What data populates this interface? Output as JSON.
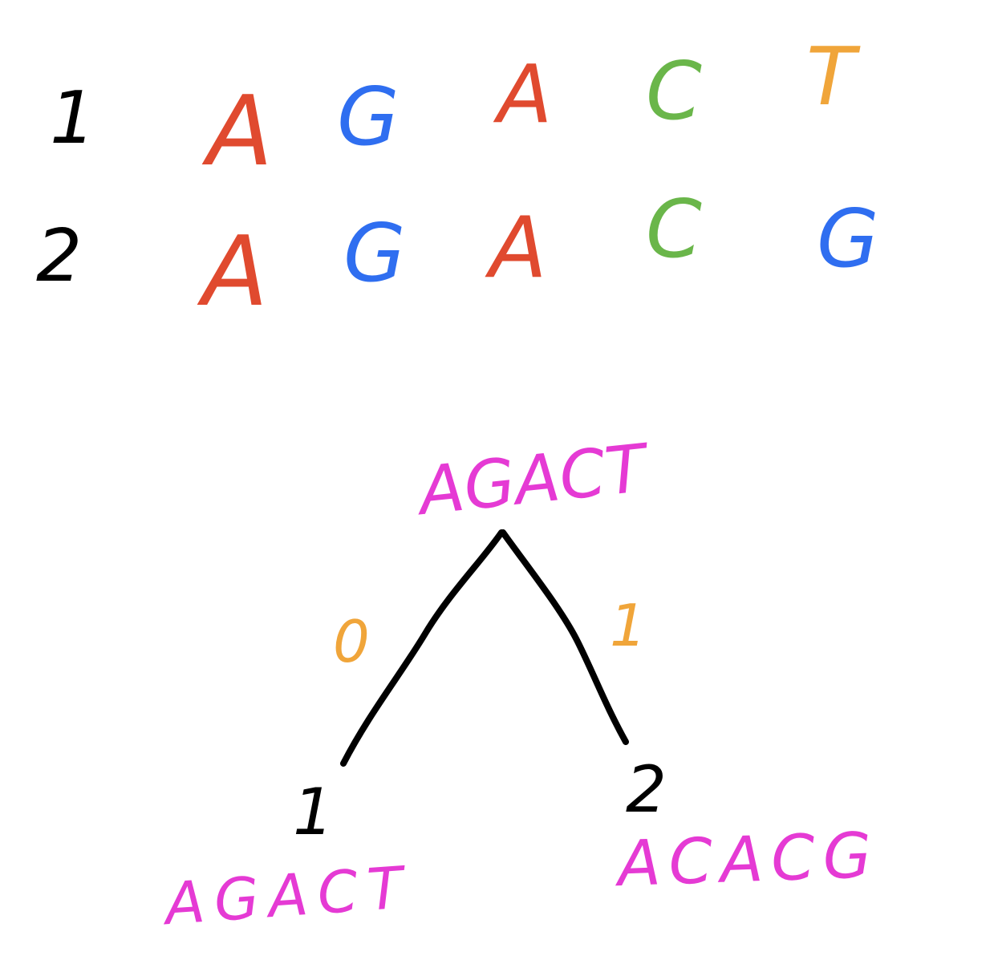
{
  "colors": {
    "A": "#e04a2f",
    "G": "#2f6ef0",
    "C": "#6ab64a",
    "T": "#f0a53a",
    "seq": "#e53ad4",
    "ink": "#000000",
    "weight": "#f0a53a"
  },
  "alignment": {
    "rows": [
      {
        "label": "1",
        "bases": [
          "A",
          "G",
          "A",
          "C",
          "T"
        ]
      },
      {
        "label": "2",
        "bases": [
          "A",
          "G",
          "A",
          "C",
          "G"
        ]
      }
    ]
  },
  "tree": {
    "root": {
      "sequence": "AGACT"
    },
    "left_branch": {
      "weight": "0"
    },
    "right_branch": {
      "weight": "1"
    },
    "left_leaf": {
      "label": "1",
      "sequence": "AGACT"
    },
    "right_leaf": {
      "label": "2",
      "sequence": "ACACG"
    }
  }
}
